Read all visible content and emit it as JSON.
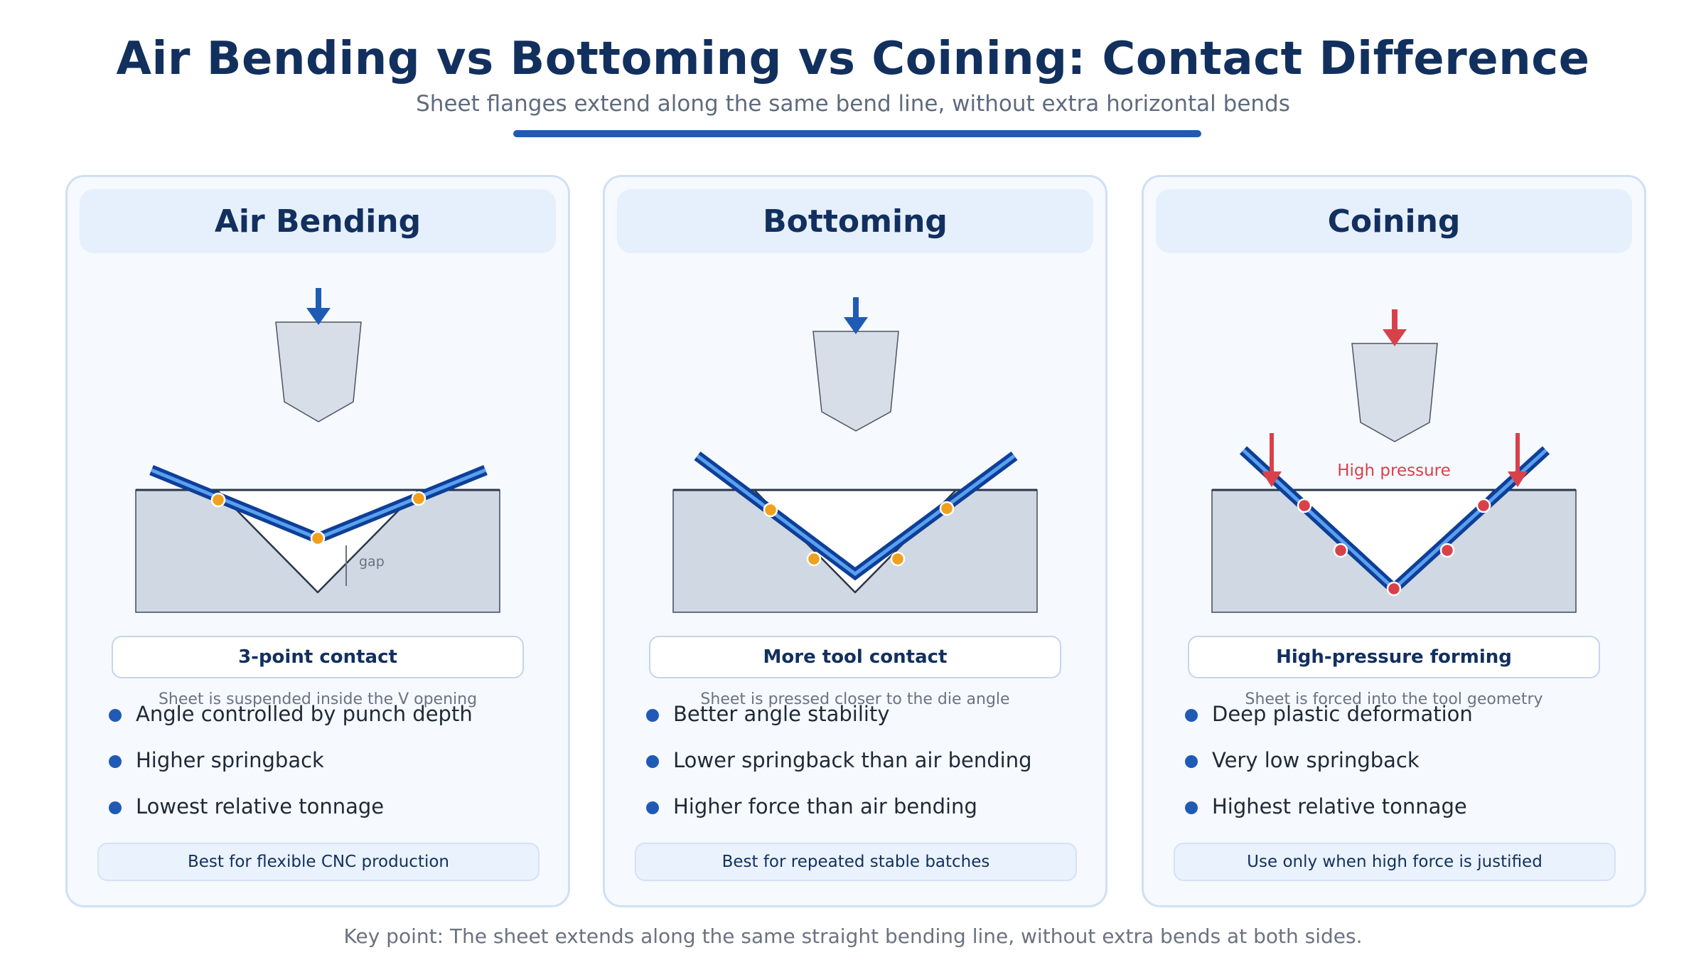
{
  "title": "Air Bending vs Bottoming vs Coining: Contact Difference",
  "subtitle": "Sheet flanges extend along the same bend line, without extra horizontal bends",
  "footer": "Key point: The sheet extends along the same straight bending line, without extra bends at both sides.",
  "colors": {
    "accent": "#1f5bb5",
    "contact_point": "#f0a01c",
    "pressure": "#d9414a",
    "sheet_light": "#5aa0f0",
    "die": "#d0d8e3",
    "punch": "#d7dee8"
  },
  "cards": [
    {
      "title": "Air Bending",
      "contact_label": "3-point contact",
      "description": "Sheet is suspended inside the V opening",
      "bullets": [
        "Angle controlled by punch depth",
        "Higher springback",
        "Lowest relative tonnage"
      ],
      "best_for": "Best for flexible CNC production",
      "gap_label": "gap",
      "force_icon": "down-arrow-icon"
    },
    {
      "title": "Bottoming",
      "contact_label": "More tool contact",
      "description": "Sheet is pressed closer to the die angle",
      "bullets": [
        "Better angle stability",
        "Lower springback than air bending",
        "Higher force than air bending"
      ],
      "best_for": "Best for repeated stable batches",
      "force_icon": "down-arrow-icon"
    },
    {
      "title": "Coining",
      "contact_label": "High-pressure forming",
      "description": "Sheet is forced into the tool geometry",
      "bullets": [
        "Deep plastic deformation",
        "Very low springback",
        "Highest relative tonnage"
      ],
      "best_for": "Use only when high force is justified",
      "pressure_label": "High pressure",
      "force_icon": "down-arrow-icon"
    }
  ]
}
